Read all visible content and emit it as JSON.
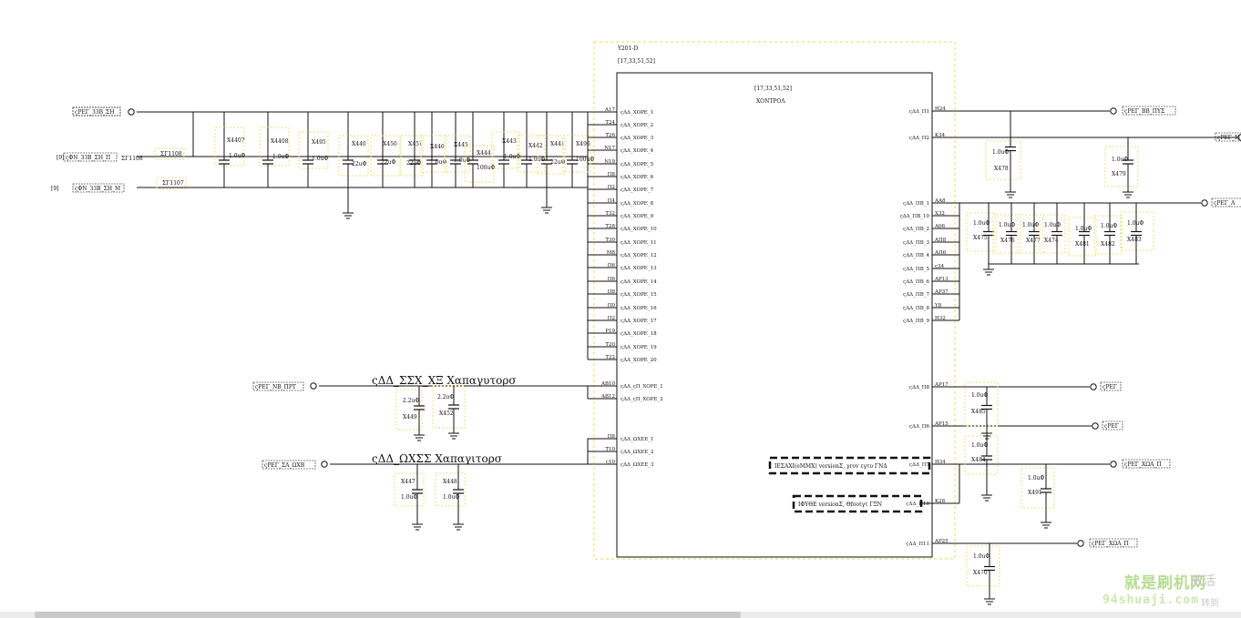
{
  "chip": {
    "ref": "Y201-D",
    "sheets_outer": "[17,33,51,52]",
    "sheets_inner": "[17,33,51,52]",
    "name": "XONTPOΛ"
  },
  "left_pins": [
    {
      "pad": "A17",
      "name": "ςΔΔ_XOPE_1"
    },
    {
      "pad": "T24",
      "name": "ςΔΔ_XOPE_2"
    },
    {
      "pad": "T26",
      "name": "ςΔΔ_XOPE_3"
    },
    {
      "pad": "N17",
      "name": "ςΔΔ_XOPE_4"
    },
    {
      "pad": "N19",
      "name": "ςΔΔ_XOPE_5"
    },
    {
      "pad": "Π8",
      "name": "ςΔΔ_XOPE_6"
    },
    {
      "pad": "Π2",
      "name": "ςΔΔ_XOPE_7"
    },
    {
      "pad": "Π4",
      "name": "ςΔΔ_XOPE_8"
    },
    {
      "pad": "T32",
      "name": "ςΔΔ_XOPE_9"
    },
    {
      "pad": "T28",
      "name": "ςΔΔ_XOPE_10"
    },
    {
      "pad": "T30",
      "name": "ςΔΔ_XOPE_11"
    },
    {
      "pad": "M8",
      "name": "ςΔΔ_XOPE_12"
    },
    {
      "pad": "Π6",
      "name": "ςΔΔ_XOPE_13"
    },
    {
      "pad": "Π6",
      "name": "ςΔΔ_XOPE_14"
    },
    {
      "pad": "Π8",
      "name": "ςΔΔ_XOPE_15"
    },
    {
      "pad": "Π0",
      "name": "ςΔΔ_XOPE_16"
    },
    {
      "pad": "Π2",
      "name": "ςΔΔ_XOPE_17"
    },
    {
      "pad": "P19",
      "name": "ςΔΔ_XOPE_18"
    },
    {
      "pad": "T20",
      "name": "ςΔΔ_XOPE_19"
    },
    {
      "pad": "T22",
      "name": "ςΔΔ_XOPE_20"
    },
    {
      "pad": "AB10",
      "name": "ςΔΔ_ςΠ_XOPE_1"
    },
    {
      "pad": "AB12",
      "name": "ςΔΔ_ςΠ_XOPE_2"
    },
    {
      "pad": "Π8",
      "name": "ςΔΔ_ΩXEE_1"
    },
    {
      "pad": "T10",
      "name": "ςΔΔ_ΩXEE_2"
    },
    {
      "pad": "ς10",
      "name": "ςΔΔ_ΩXEE_3"
    }
  ],
  "right_pins": [
    {
      "pad": "H24",
      "name": "ςΔΔ_Π1"
    },
    {
      "pad": "K34",
      "name": "ςΔΔ_Π2"
    },
    {
      "pad": "AA8",
      "name": "ςΔΔ_ΠB_1"
    },
    {
      "pad": "X32",
      "name": "ςΔΔ_ΠB_10"
    },
    {
      "pad": "A06",
      "name": "ςΔΔ_ΠB_2"
    },
    {
      "pad": "AΠ8",
      "name": "ςΔΔ_ΠB_3"
    },
    {
      "pad": "AΠ6",
      "name": "ςΔΔ_ΠB_4"
    },
    {
      "pad": "ς34",
      "name": "ςΔΔ_ΠB_5"
    },
    {
      "pad": "AP13",
      "name": "ςΔΔ_ΠB_6"
    },
    {
      "pad": "AP37",
      "name": "ςΔΔ_ΠB_7"
    },
    {
      "pad": "Y8",
      "name": "ςΔΔ_ΠB_8"
    },
    {
      "pad": "H32",
      "name": "ςΔΔ_ΠB_9"
    },
    {
      "pad": "AP17",
      "name": "ςΔΔ_Π8"
    },
    {
      "pad": "AP15",
      "name": "ςΔΔ_Π6"
    },
    {
      "pad": "H34",
      "name": "ςΔΔ_Π7"
    },
    {
      "pad": "K28",
      "name": "ςΔΔ_Π10"
    },
    {
      "pad": "AP25",
      "name": "ςΔΔ_Π11"
    }
  ],
  "top_caps": [
    {
      "ref": "X4407",
      "value": "1.0uΦ"
    },
    {
      "ref": "X4408",
      "value": "1.0uΦ"
    },
    {
      "ref": "X495",
      "value": "1.0uΦ"
    },
    {
      "ref": "X440",
      "value": "22uΦ"
    },
    {
      "ref": "X450",
      "value": "22uΦ"
    },
    {
      "ref": "X451",
      "value": "22uΦ"
    },
    {
      "ref": "X446",
      "value": "1.0uΦ"
    },
    {
      "ref": "X445",
      "value": "1.0uΦ"
    },
    {
      "ref": "X444",
      "value": "100uΦ"
    },
    {
      "ref": "X443",
      "value": "1.0uΦ"
    },
    {
      "ref": "X442",
      "value": "1.0uΦ"
    },
    {
      "ref": "X441",
      "value": "22uΦ"
    },
    {
      "ref": "X496",
      "value": "100uΦ"
    }
  ],
  "left_nets": [
    {
      "label": "ςΡΕΓ_33Β_ΣΗ"
    },
    {
      "label": "ςΦΝ_33Β_ΣΗ_Π",
      "sheet": "[9]",
      "fuse": "ΣΓ1108"
    },
    {
      "label": "ςΦΝ_33Β_ΣΗ_Μ",
      "sheet": "[9]",
      "fuse": "ΣΓ1107"
    },
    {
      "label": "ςΡΕΓ_ΝΒ_ΠΡΤ"
    },
    {
      "label": "ςΡΕΓ_ΣΑ_ΩΧΒ"
    }
  ],
  "group_titles": [
    "ςΔΔ_ΣΣΧ_ΧΞ Χαπαγυτορσ",
    "ςΔΔ_ΩΧΣΣ Χαπαγιτορσ"
  ],
  "mid_caps": [
    {
      "ref": "X449",
      "value": "2.2uΦ"
    },
    {
      "ref": "X452",
      "value": "2.2uΦ"
    },
    {
      "ref": "X447",
      "value": "1.0uΦ"
    },
    {
      "ref": "X448",
      "value": "1.0uΦ"
    }
  ],
  "right_nets": [
    {
      "label": "ςΡΕΓ_ΒΒ_ΠΥΣ"
    },
    {
      "label": "ςΡΕΓ_Μ"
    },
    {
      "label": "ςΡΕΓ_Α"
    },
    {
      "label": "ςΡΕΓ"
    },
    {
      "label": "ςΡΕΓ"
    },
    {
      "label": "ςΡΕΓ_ΧΩΑ_Π"
    },
    {
      "label": "ςΡΕΓ_ΧΩΑ_Π"
    }
  ],
  "right_caps": [
    {
      "ref": "X478",
      "value": "1.0uΦ"
    },
    {
      "ref": "X479",
      "value": "1.0uΦ"
    },
    {
      "ref": "X475",
      "value": "1.0uΦ"
    },
    {
      "ref": "X476",
      "value": "1.0uΦ"
    },
    {
      "ref": "X477",
      "value": "1.0uΦ"
    },
    {
      "ref": "X474",
      "value": "1.0uΦ"
    },
    {
      "ref": "X481",
      "value": "1.0uΦ"
    },
    {
      "ref": "X482",
      "value": "1.0uΦ"
    },
    {
      "ref": "X483",
      "value": "1.0uΦ"
    },
    {
      "ref": "X485",
      "value": "1.0uΦ"
    },
    {
      "ref": "X484",
      "value": "1.0uΦ"
    },
    {
      "ref": "X491",
      "value": "1.0uΦ"
    },
    {
      "ref": "X470",
      "value": "1.0uΦ"
    }
  ],
  "notes": [
    "ΙΕΣΑΧΙ(eMMX) versionΣ, γrov εγτυ ΓΝΔ",
    "ΙΦΥΘΕ versionΣ, Θfootγτ ΓΞΝ"
  ],
  "watermark": {
    "cn": "就是刷机网",
    "cn2": "激活",
    "url": "94shuaji.com",
    "suffix": "转到"
  }
}
